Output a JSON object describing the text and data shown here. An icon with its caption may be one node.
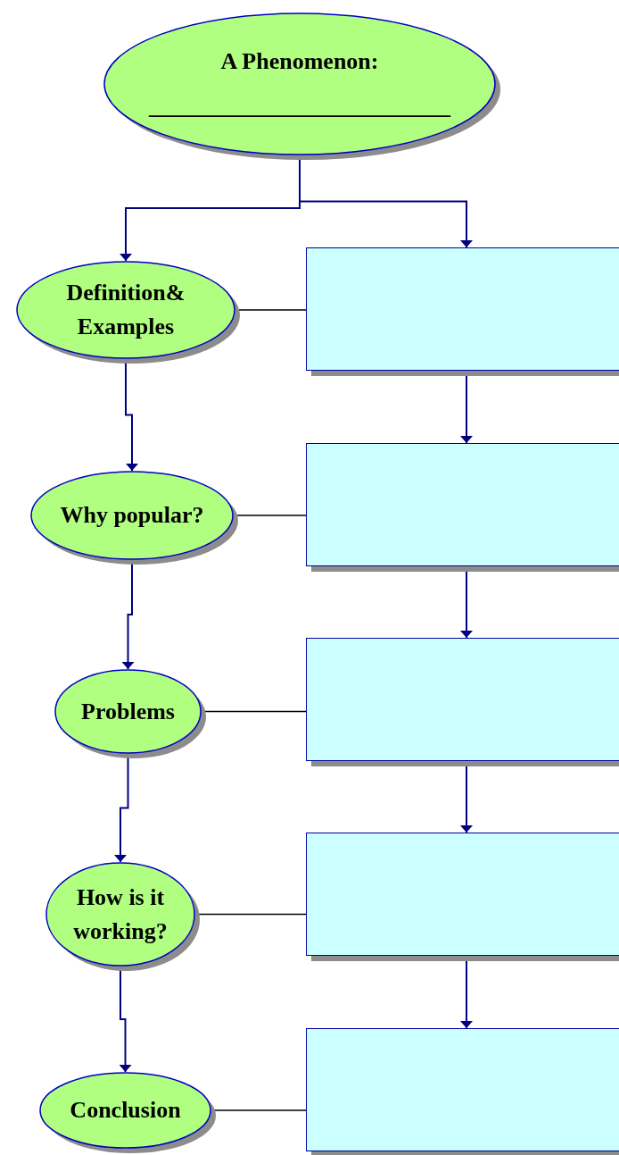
{
  "diagram": {
    "nodes": [
      {
        "text": [
          "A Phenomenon:",
          "__________________________"
        ]
      },
      {
        "text": [
          "Definition& Examples"
        ]
      },
      {
        "text": [],
        "shape": "box"
      },
      {
        "text": [
          "Why popular?"
        ]
      },
      {
        "text": [],
        "shape": "box"
      },
      {
        "text": [
          "Problems"
        ]
      },
      {
        "text": [],
        "shape": "box"
      },
      {
        "text": [
          "How is it working?"
        ]
      },
      {
        "text": [],
        "shape": "box"
      },
      {
        "text": [
          "Conclusion"
        ]
      },
      {
        "text": [],
        "shape": "box"
      }
    ],
    "edges": [
      {
        "from": 0,
        "to": 1,
        "arrow": "to"
      },
      {
        "from": 0,
        "to": 2,
        "arrow": "to"
      },
      {
        "from": 1,
        "to": 2,
        "arrow": "none",
        "color": "#000000"
      },
      {
        "from": 1,
        "to": 3,
        "arrow": "to"
      },
      {
        "from": 2,
        "to": 4,
        "arrow": "to"
      },
      {
        "from": 3,
        "to": 4,
        "arrow": "none",
        "color": "#000000"
      },
      {
        "from": 3,
        "to": 5,
        "arrow": "to"
      },
      {
        "from": 4,
        "to": 6,
        "arrow": "to"
      },
      {
        "from": 5,
        "to": 6,
        "arrow": "none",
        "color": "#000000"
      },
      {
        "from": 5,
        "to": 7,
        "arrow": "to"
      },
      {
        "from": 6,
        "to": 8,
        "arrow": "to"
      },
      {
        "from": 7,
        "to": 8,
        "arrow": "none",
        "color": "#000000"
      },
      {
        "from": 7,
        "to": 9,
        "arrow": "to"
      },
      {
        "from": 8,
        "to": 10,
        "arrow": "to"
      },
      {
        "from": 9,
        "to": 10,
        "arrow": "none",
        "color": "#000000"
      }
    ]
  }
}
